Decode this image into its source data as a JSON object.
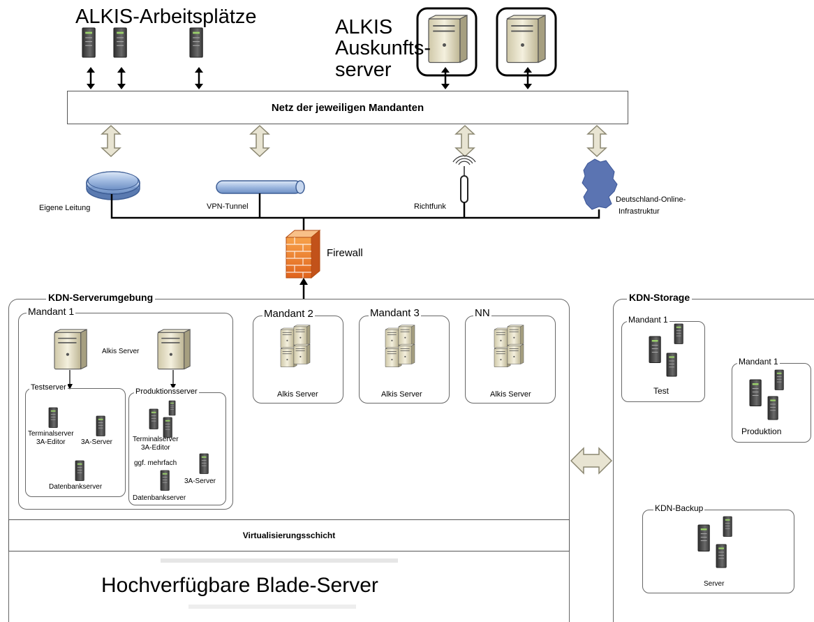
{
  "top": {
    "workstations_label": "ALKIS-Arbeitsplätze",
    "server_label_l1": "ALKIS",
    "server_label_l2": "Auskunfts-",
    "server_label_l3": "server"
  },
  "network_bar": "Netz der jeweiligen Mandanten",
  "connections": {
    "own_line": "Eigene Leitung",
    "vpn": "VPN-Tunnel",
    "radio": "Richtfunk",
    "dol_l1": "Deutschland-Online-",
    "dol_l2": "Infrastruktur"
  },
  "firewall": "Firewall",
  "server_env": {
    "title": "KDN-Serverumgebung",
    "mandant1": {
      "title": "Mandant 1",
      "alkis_server": "Alkis Server",
      "testserver": {
        "title": "Testserver",
        "terminal_l1": "Terminalserver",
        "terminal_l2": "3A-Editor",
        "server3a": "3A-Server",
        "db": "Datenbankserver"
      },
      "prodserver": {
        "title": "Produktionsserver",
        "terminal_l1": "Terminalserver",
        "terminal_l2": "3A-Editor",
        "multiple": "ggf. mehrfach",
        "server3a": "3A-Server",
        "db": "Datenbankserver"
      }
    },
    "mandant2": {
      "title": "Mandant 2",
      "label": "Alkis Server"
    },
    "mandant3": {
      "title": "Mandant 3",
      "label": "Alkis Server"
    },
    "nn": {
      "title": "NN",
      "label": "Alkis Server"
    },
    "virt_layer": "Virtualisierungsschicht",
    "blade": "Hochverfügbare Blade-Server"
  },
  "storage": {
    "title": "KDN-Storage",
    "m1_test": {
      "title": "Mandant 1",
      "label": "Test"
    },
    "m1_prod": {
      "title": "Mandant 1",
      "label": "Produktion"
    },
    "backup": {
      "title": "KDN-Backup",
      "label": "Server"
    }
  }
}
